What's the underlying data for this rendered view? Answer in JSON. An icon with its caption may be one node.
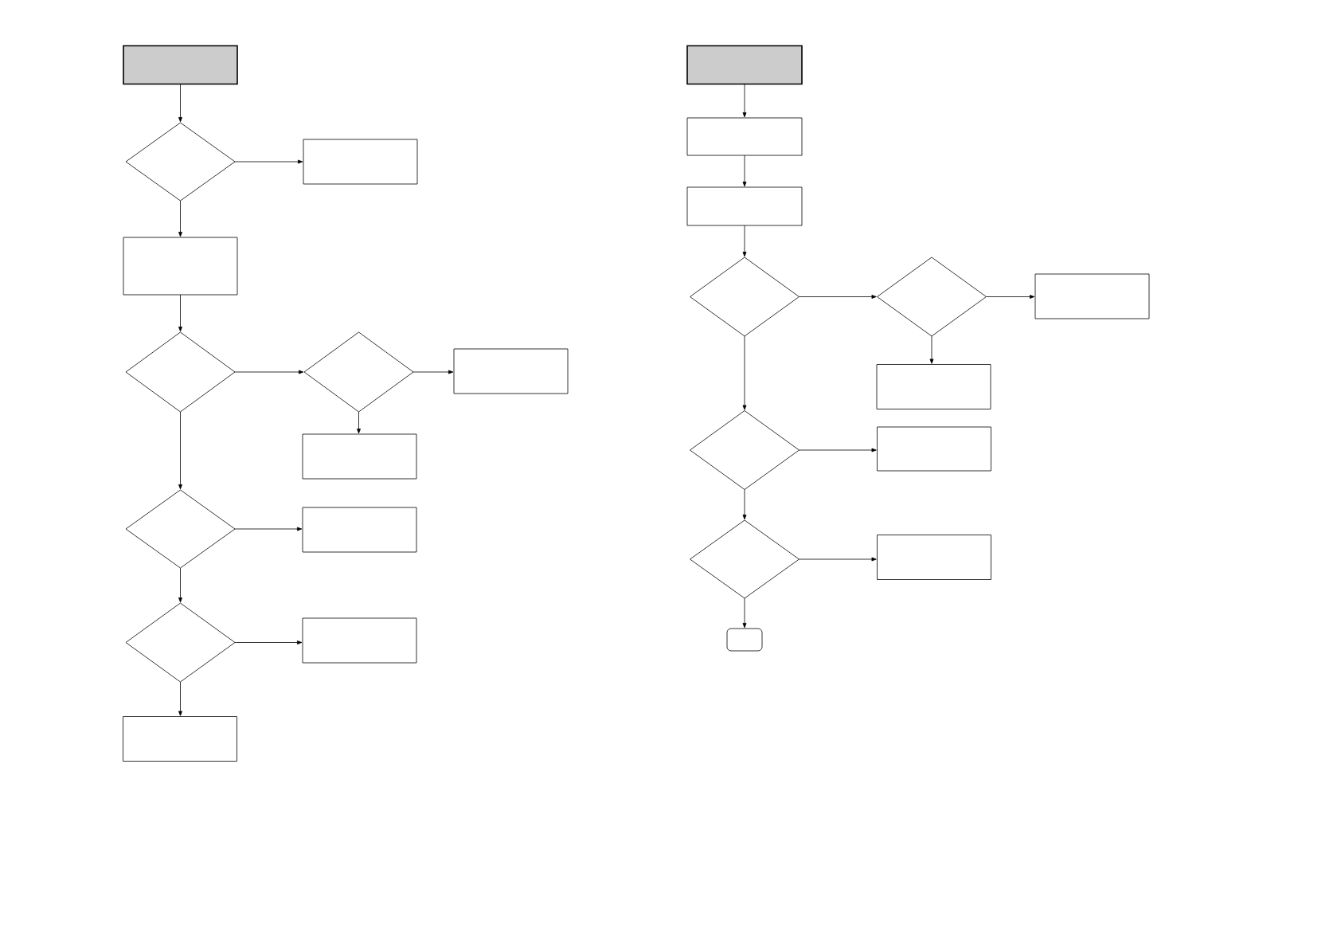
{
  "diagram": {
    "nodes": [
      {
        "text": [],
        "shape": "box"
      },
      {
        "text": [],
        "shape": "diamond"
      },
      {
        "text": [],
        "shape": "box"
      },
      {
        "text": [],
        "shape": "box"
      },
      {
        "text": [],
        "shape": "diamond"
      },
      {
        "text": [],
        "shape": "diamond"
      },
      {
        "text": [],
        "shape": "box"
      },
      {
        "text": [],
        "shape": "box"
      },
      {
        "text": [],
        "shape": "diamond"
      },
      {
        "text": [],
        "shape": "box"
      },
      {
        "text": [],
        "shape": "diamond"
      },
      {
        "text": [],
        "shape": "box"
      },
      {
        "text": [],
        "shape": "box"
      },
      {
        "text": [],
        "shape": "box"
      },
      {
        "text": [],
        "shape": "box"
      },
      {
        "text": [],
        "shape": "box"
      },
      {
        "text": [],
        "shape": "diamond"
      },
      {
        "text": [],
        "shape": "diamond"
      },
      {
        "text": [],
        "shape": "box"
      },
      {
        "text": [],
        "shape": "box"
      },
      {
        "text": [],
        "shape": "diamond"
      },
      {
        "text": [],
        "shape": "box"
      },
      {
        "text": [],
        "shape": "diamond"
      },
      {
        "text": [],
        "shape": "box"
      },
      {
        "text": [],
        "shape": "terminal"
      }
    ],
    "edges": [
      {
        "from": 0,
        "to": 1,
        "arrow": "to"
      },
      {
        "from": 1,
        "to": 2,
        "arrow": "to"
      },
      {
        "from": 1,
        "to": 3,
        "arrow": "to"
      },
      {
        "from": 3,
        "to": 4,
        "arrow": "to"
      },
      {
        "from": 4,
        "to": 5,
        "arrow": "to"
      },
      {
        "from": 5,
        "to": 6,
        "arrow": "to"
      },
      {
        "from": 5,
        "to": 7,
        "arrow": "to"
      },
      {
        "from": 4,
        "to": 8,
        "arrow": "to"
      },
      {
        "from": 8,
        "to": 9,
        "arrow": "to"
      },
      {
        "from": 8,
        "to": 10,
        "arrow": "to"
      },
      {
        "from": 10,
        "to": 11,
        "arrow": "to"
      },
      {
        "from": 10,
        "to": 12,
        "arrow": "to"
      },
      {
        "from": 13,
        "to": 14,
        "arrow": "to"
      },
      {
        "from": 14,
        "to": 15,
        "arrow": "to"
      },
      {
        "from": 15,
        "to": 16,
        "arrow": "to"
      },
      {
        "from": 16,
        "to": 17,
        "arrow": "to"
      },
      {
        "from": 17,
        "to": 18,
        "arrow": "to"
      },
      {
        "from": 17,
        "to": 19,
        "arrow": "to"
      },
      {
        "from": 16,
        "to": 20,
        "arrow": "to"
      },
      {
        "from": 20,
        "to": 21,
        "arrow": "to"
      },
      {
        "from": 20,
        "to": 22,
        "arrow": "to"
      },
      {
        "from": 22,
        "to": 23,
        "arrow": "to"
      },
      {
        "from": 22,
        "to": 24,
        "arrow": "to"
      }
    ]
  }
}
